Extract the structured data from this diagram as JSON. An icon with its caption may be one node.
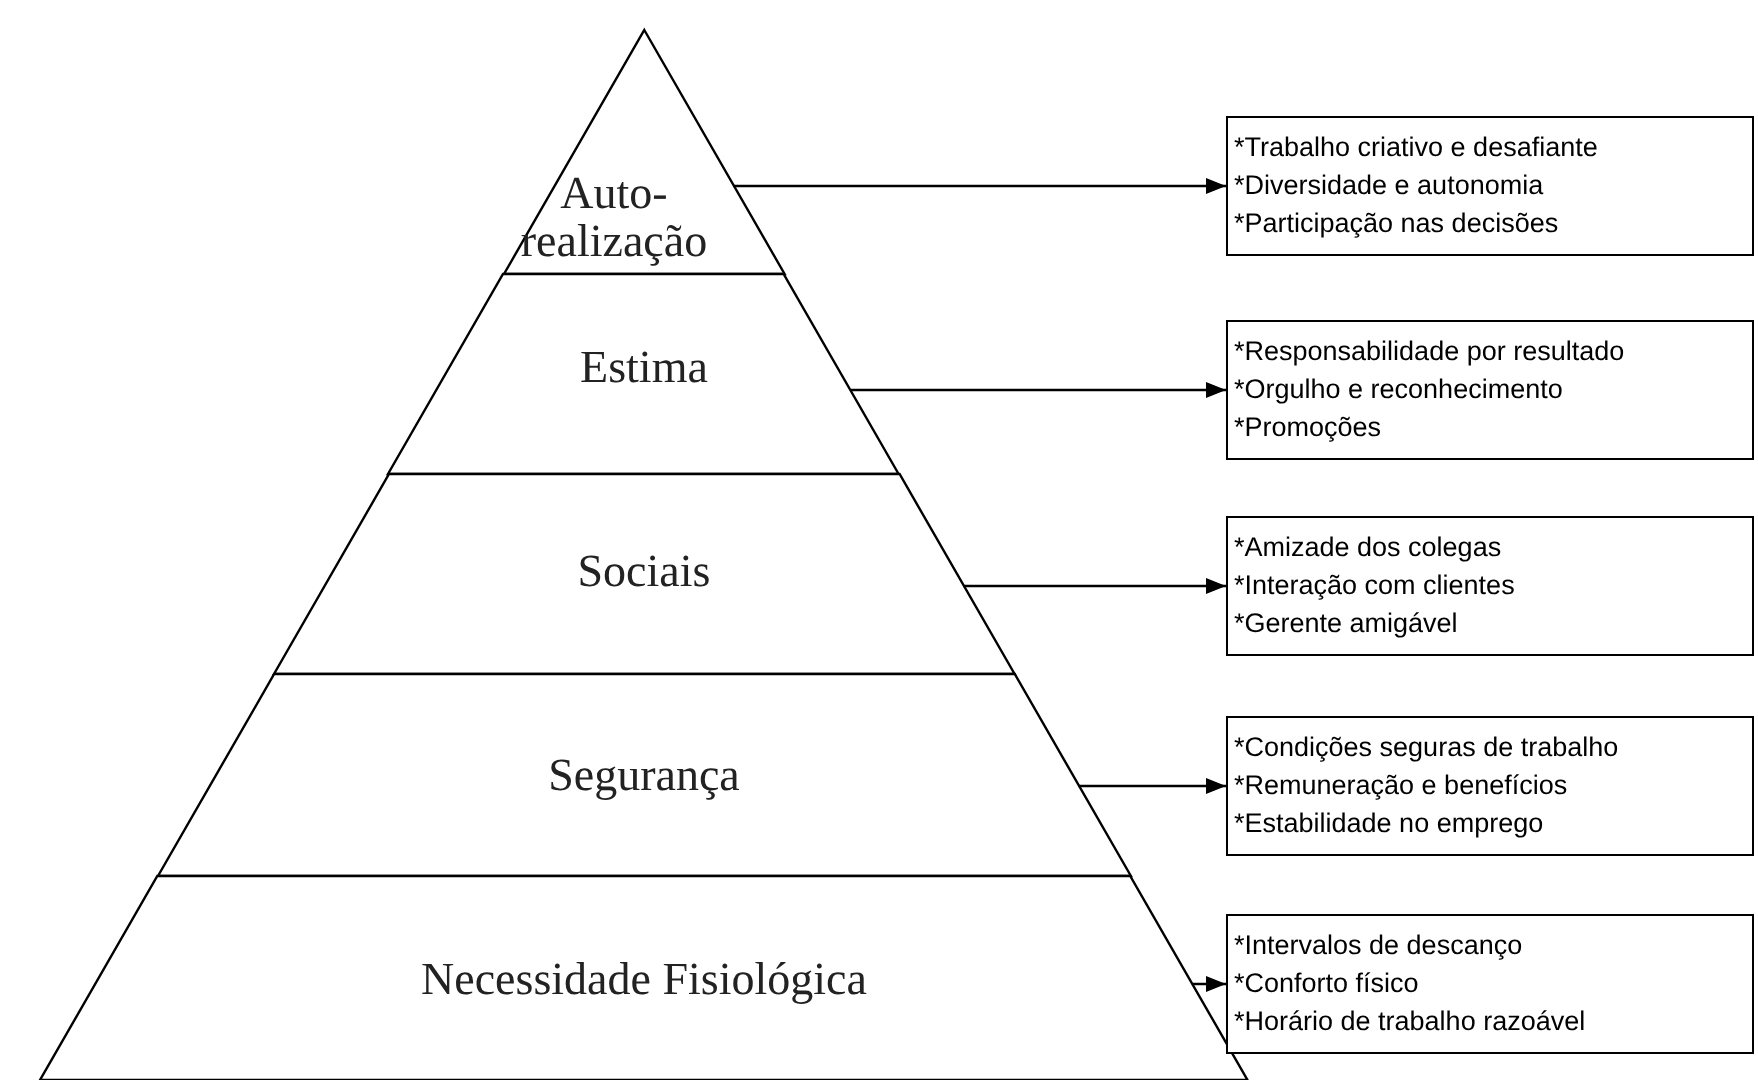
{
  "diagram": {
    "nodes": [
      {
        "text": [
          "Auto- realização"
        ]
      },
      {
        "text": [
          "Estima"
        ]
      },
      {
        "text": [
          "Sociais"
        ]
      },
      {
        "text": [
          "Segurança"
        ]
      },
      {
        "text": [
          "Necessidade Fisiológica"
        ]
      },
      {
        "text": [
          "*Trabalho criativo e desafiante",
          "*Diversidade e autonomia",
          "*Participação nas decisões"
        ]
      },
      {
        "text": [
          "*Responsabilidade por resultado",
          "*Orgulho e reconhecimento",
          "*Promoções"
        ]
      },
      {
        "text": [
          "*Amizade dos colegas",
          "*Interação com clientes",
          "*Gerente amigável"
        ]
      },
      {
        "text": [
          "*Condições seguras de trabalho",
          "*Remuneração e benefícios",
          "*Estabilidade no emprego"
        ]
      },
      {
        "text": [
          "*Intervalos de descanço",
          "*Conforto físico",
          "*Horário de trabalho razoável"
        ]
      }
    ],
    "edges": [
      {
        "from": 0,
        "to": 5,
        "arrow": "to"
      },
      {
        "from": 1,
        "to": 6,
        "arrow": "to"
      },
      {
        "from": 2,
        "to": 7,
        "arrow": "to"
      },
      {
        "from": 3,
        "to": 8,
        "arrow": "to"
      },
      {
        "from": 4,
        "to": 9,
        "arrow": "to"
      }
    ]
  }
}
